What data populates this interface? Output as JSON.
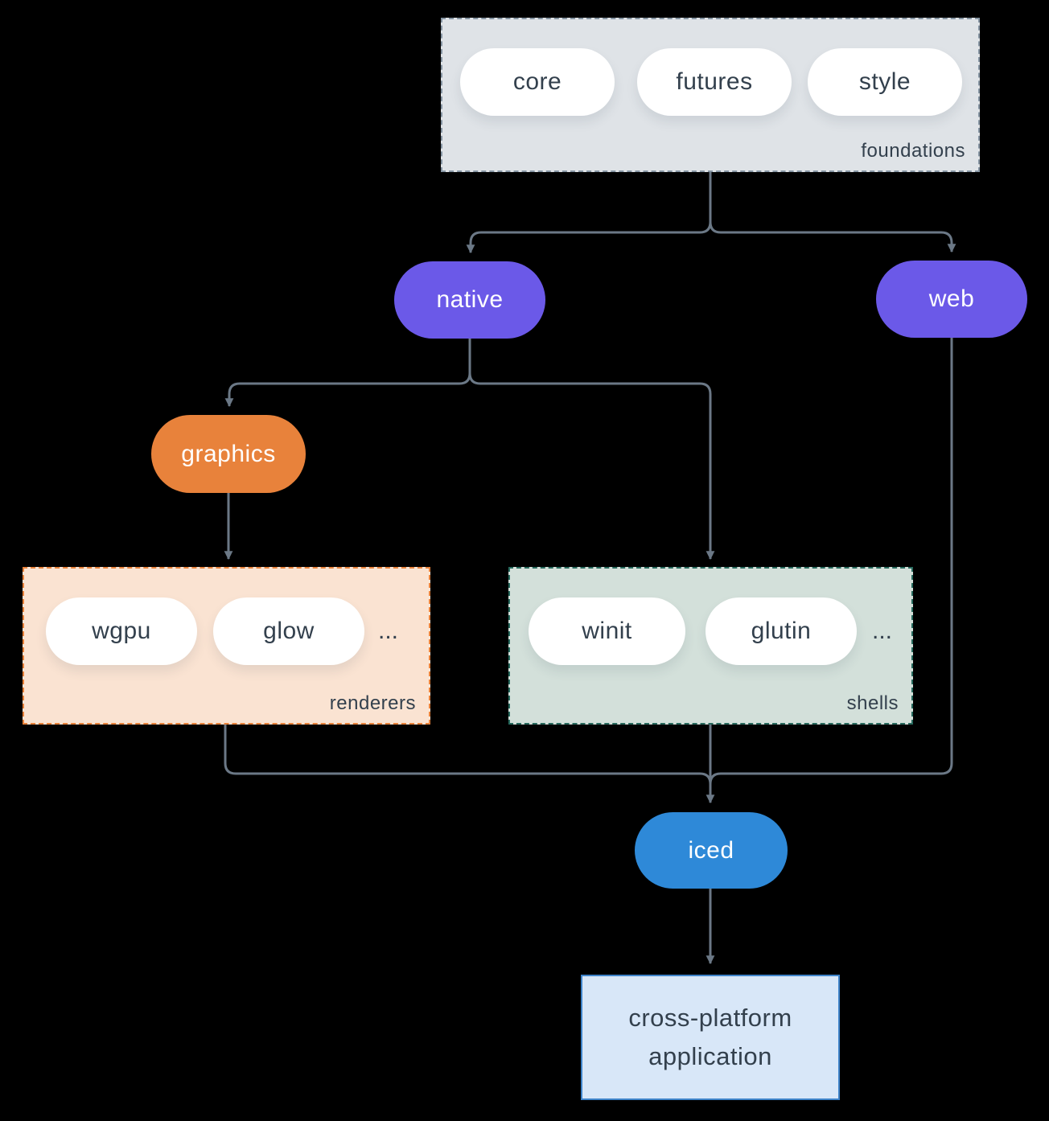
{
  "colors": {
    "bg": "#000000",
    "line": "#6b7886",
    "text": "#33404d",
    "pill": "#ffffff",
    "gray-fill": "#dfe3e7",
    "gray-border": "#8594a2",
    "purple": "#6b59e8",
    "orange": "#e8823b",
    "peach-fill": "#fae3d2",
    "sage-fill": "#d3e0da",
    "teal-border": "#27695d",
    "blue": "#2e89d8",
    "app-fill": "#d8e7f8",
    "app-border": "#3e83c9"
  },
  "diagram": {
    "foundations": {
      "label": "foundations",
      "pills": [
        "core",
        "futures",
        "style"
      ]
    },
    "native": {
      "label": "native"
    },
    "web": {
      "label": "web"
    },
    "graphics": {
      "label": "graphics"
    },
    "renderers": {
      "label": "renderers",
      "pills": [
        "wgpu",
        "glow"
      ],
      "ellipsis": "..."
    },
    "shells": {
      "label": "shells",
      "pills": [
        "winit",
        "glutin"
      ],
      "ellipsis": "..."
    },
    "iced": {
      "label": "iced"
    },
    "application": {
      "line1": "cross-platform",
      "line2": "application"
    }
  }
}
